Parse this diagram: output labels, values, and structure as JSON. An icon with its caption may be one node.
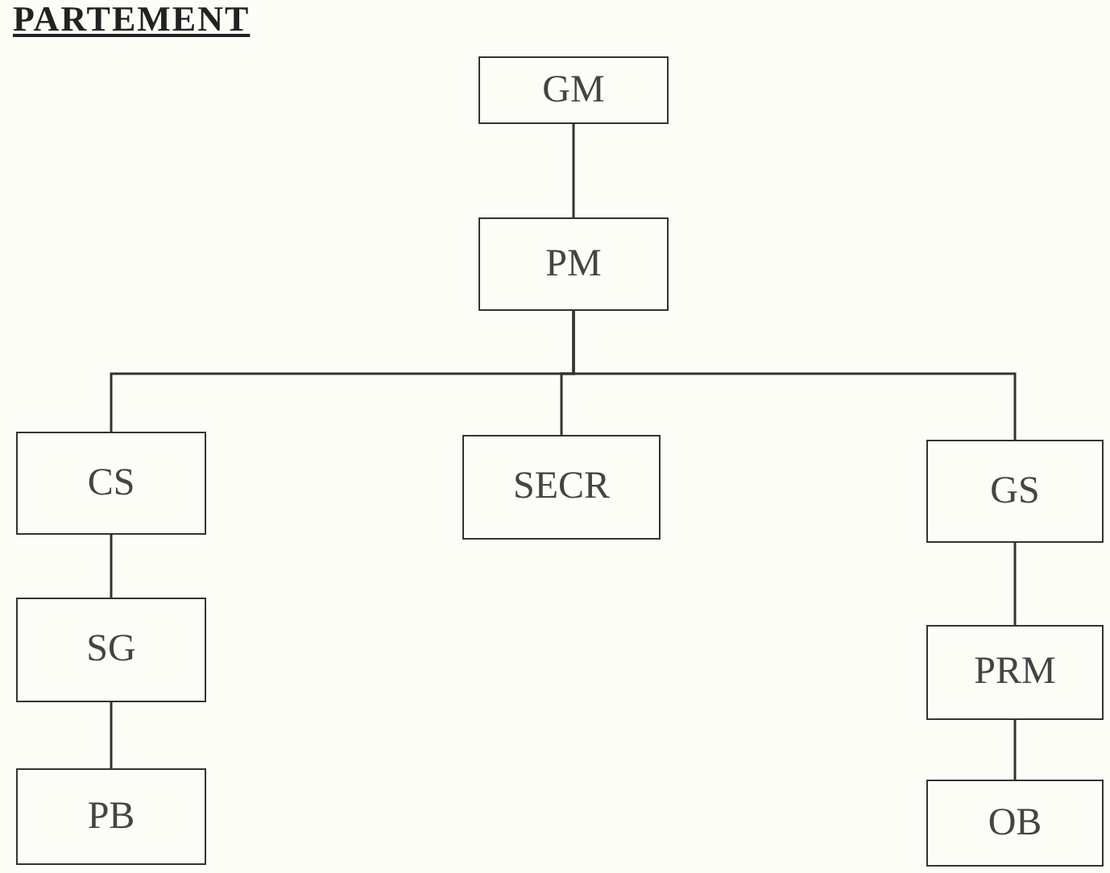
{
  "diagram": {
    "title": "PARTEMENT",
    "nodes": [
      {
        "text": [
          "GM"
        ]
      },
      {
        "text": [
          "PM"
        ]
      },
      {
        "text": [
          "CS"
        ]
      },
      {
        "text": [
          "SECR"
        ]
      },
      {
        "text": [
          "GS"
        ]
      },
      {
        "text": [
          "SG"
        ]
      },
      {
        "text": [
          "PRM"
        ]
      },
      {
        "text": [
          "PB"
        ]
      },
      {
        "text": [
          "OB"
        ]
      }
    ],
    "edges": [
      {
        "from": 0,
        "to": 1,
        "arrow": "none"
      },
      {
        "from": 1,
        "to": 2,
        "arrow": "none"
      },
      {
        "from": 1,
        "to": 3,
        "arrow": "none"
      },
      {
        "from": 1,
        "to": 4,
        "arrow": "none"
      },
      {
        "from": 2,
        "to": 5,
        "arrow": "none"
      },
      {
        "from": 5,
        "to": 7,
        "arrow": "none"
      },
      {
        "from": 4,
        "to": 6,
        "arrow": "none"
      },
      {
        "from": 6,
        "to": 8,
        "arrow": "none"
      }
    ]
  }
}
